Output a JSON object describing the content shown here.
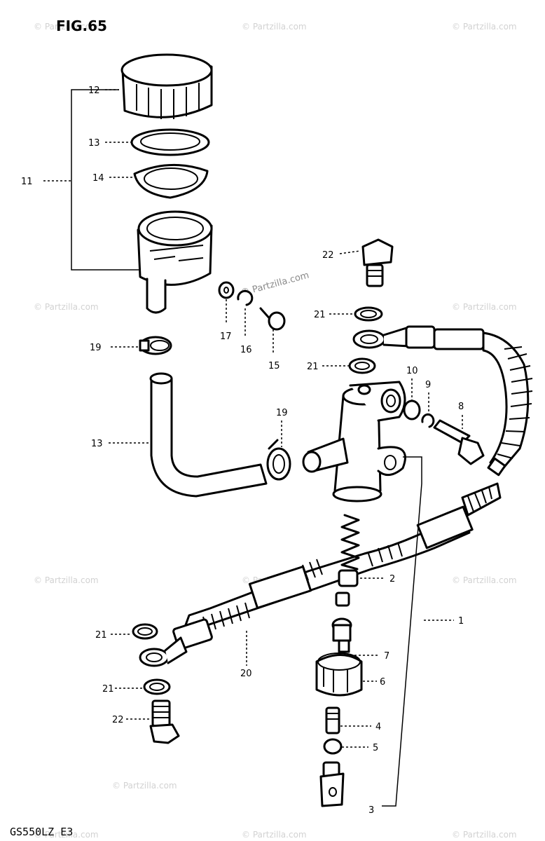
{
  "figure": {
    "title": "FIG.65",
    "footer": "GS550LZ E3"
  },
  "watermarks": [
    "© Partzilla.com",
    "© Partzilla.com",
    "© Partzilla.com",
    "© Partzilla.com",
    "© Partzilla.com",
    "© Partzilla.com",
    "© Partzilla.com",
    "© Partzilla.com",
    "© Partzilla.com",
    "© Partzilla.com",
    "© Partzilla.com",
    "© Partzilla.com"
  ],
  "center_watermark": "© Partzilla.com",
  "callouts": {
    "c12a": "12",
    "c13a": "13",
    "c11": "11",
    "c14": "14",
    "c22a": "22",
    "c17": "17",
    "c16": "16",
    "c15": "15",
    "c21a": "21",
    "c21b": "21",
    "c19a": "19",
    "c10": "10",
    "c9": "9",
    "c8": "8",
    "c19b": "19",
    "c13b": "13",
    "c2": "2",
    "c1": "1",
    "c21c": "21",
    "c20": "20",
    "c7": "7",
    "c6": "6",
    "c21d": "21",
    "c22b": "22",
    "c4": "4",
    "c5": "5",
    "c3": "3"
  }
}
